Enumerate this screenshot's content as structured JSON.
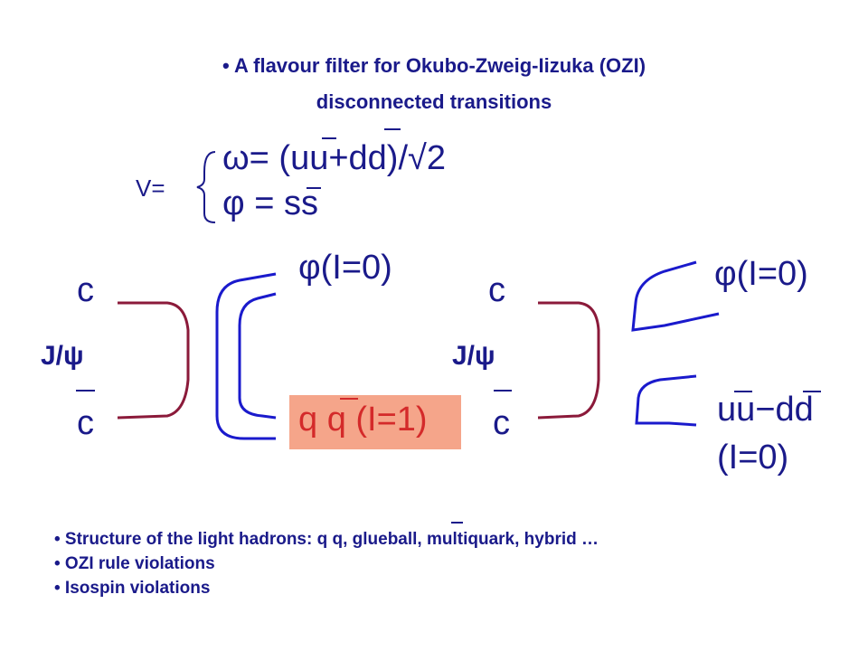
{
  "title": {
    "line1": "• A flavour filter for Okubo-Zweig-Iizuka (OZI)",
    "line2": "disconnected transitions"
  },
  "formula": {
    "v_label": "V=",
    "omega_line": "ω= (uu+dd)/√2",
    "phi_line": "φ = ss"
  },
  "diagram_left": {
    "c_top": "c",
    "jpsi": "J/ψ",
    "c_bottom": "c",
    "phi_label": "φ(I=0)",
    "qq_label": "q  q (I=1)"
  },
  "diagram_right": {
    "c_top": "c",
    "jpsi": "J/ψ",
    "c_bottom": "c",
    "phi_label": "φ(I=0)",
    "uudd_label": "uu−dd",
    "uudd_iso": "(I=0)"
  },
  "bullets": [
    "• Structure of the light hadrons: q  q, glueball, multiquark, hybrid …",
    "• OZI rule violations",
    "• Isospin violations"
  ],
  "colors": {
    "navy": "#1a1a8a",
    "maroon": "#8b1a3a",
    "blue_line": "#1a1acc",
    "qq_box": "#f5a58a",
    "qq_text": "#d42a2a"
  }
}
